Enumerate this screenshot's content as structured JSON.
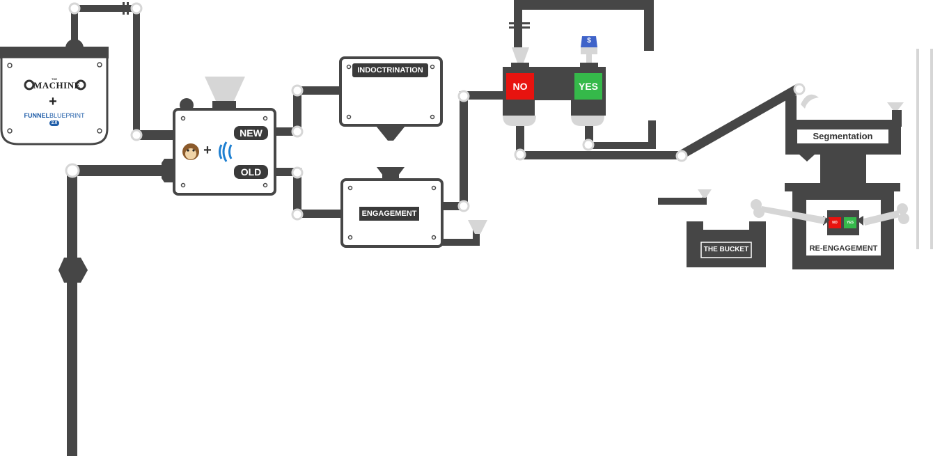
{
  "logo": {
    "the": "THE",
    "machine": "MACHINE",
    "plus": "+",
    "funnel": "FUNNEL",
    "blueprint": "BLUEPRINT",
    "version": "2.0"
  },
  "list_box": {
    "new_label": "NEW",
    "old_label": "OLD",
    "plus": "+",
    "icons": [
      "mailchimp-monkey-icon",
      "aweber-signal-icon"
    ]
  },
  "stages": {
    "indoctrination": "INDOCTRINATION",
    "engagement": "ENGAGEMENT",
    "segmentation": "Segmentation",
    "re_engagement": "RE-ENGAGEMENT",
    "bucket": "THE BUCKET"
  },
  "decision": {
    "no": "NO",
    "yes": "YES",
    "small_no": "NO",
    "small_yes": "YES",
    "dollar": "$"
  },
  "colors": {
    "pipe": "#464646",
    "joint": "#d6d6d6",
    "no": "#e8130f",
    "yes": "#35b94a",
    "badge_blue": "#3f63c9"
  }
}
